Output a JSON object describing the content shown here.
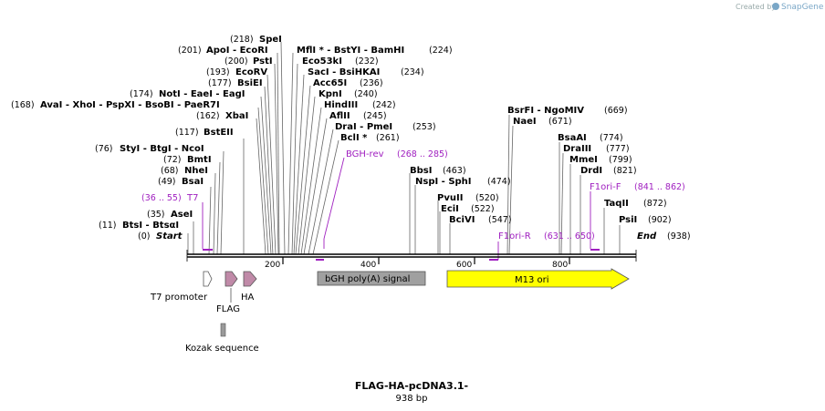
{
  "header": {
    "created_by": "Created by",
    "brand": "SnapGene"
  },
  "title": "FLAG-HA-pcDNA3.1-",
  "length": "938 bp",
  "ends": {
    "start": "Start",
    "start_pos": "(0)",
    "end": "End",
    "end_pos": "(938)"
  },
  "ticks": [
    "200",
    "400",
    "600",
    "800"
  ],
  "sites": [
    {
      "id": "speI",
      "label": "SpeI",
      "pos": "(218)"
    },
    {
      "id": "apoI",
      "label": "ApoI   - EcoRI",
      "pos": "(201)"
    },
    {
      "id": "pstI",
      "label": "PstI",
      "pos": "(200)"
    },
    {
      "id": "ecorv",
      "label": "EcoRV",
      "pos": "(193)"
    },
    {
      "id": "bsiei",
      "label": "BsiEI",
      "pos": "(177)"
    },
    {
      "id": "noti",
      "label": "NotI   - EaeI   - EagI",
      "pos": "(174)"
    },
    {
      "id": "aval",
      "label": "AvaI   - XhoI   - PspXI   - BsoBI   - PaeR7I",
      "pos": "(168)"
    },
    {
      "id": "xbai",
      "label": "XbaI",
      "pos": "(162)"
    },
    {
      "id": "bsteii",
      "label": "BstEII",
      "pos": "(117)"
    },
    {
      "id": "styi",
      "label": "StyI   - BtgI   - NcoI",
      "pos": "(76)"
    },
    {
      "id": "bmti",
      "label": "BmtI",
      "pos": "(72)"
    },
    {
      "id": "nhei",
      "label": "NheI",
      "pos": "(68)"
    },
    {
      "id": "bsai",
      "label": "BsaI",
      "pos": "(49)"
    },
    {
      "id": "asei",
      "label": "AseI",
      "pos": "(35)"
    },
    {
      "id": "btsi",
      "label": "BtsI   - BtsαI",
      "pos": "(11)"
    },
    {
      "id": "mfli",
      "label": "MflI *  - BstYI   - BamHI",
      "pos": "(224)"
    },
    {
      "id": "eco53ki",
      "label": "Eco53kI",
      "pos": "(232)"
    },
    {
      "id": "saci",
      "label": "SacI   - BsiHKAI",
      "pos": "(234)"
    },
    {
      "id": "acc65i",
      "label": "Acc65I",
      "pos": "(236)"
    },
    {
      "id": "kpni",
      "label": "KpnI",
      "pos": "(240)"
    },
    {
      "id": "hindiii",
      "label": "HindIII",
      "pos": "(242)"
    },
    {
      "id": "afiii",
      "label": "AflII",
      "pos": "(245)"
    },
    {
      "id": "drai",
      "label": "DraI   - PmeI",
      "pos": "(253)"
    },
    {
      "id": "bcli",
      "label": "BclI *",
      "pos": "(261)"
    },
    {
      "id": "bbsi",
      "label": "BbsI",
      "pos": "(463)"
    },
    {
      "id": "nspi",
      "label": "NspI   - SphI",
      "pos": "(474)"
    },
    {
      "id": "pvuii",
      "label": "PvuII",
      "pos": "(520)"
    },
    {
      "id": "ecii",
      "label": "EciI",
      "pos": "(522)"
    },
    {
      "id": "bcivi",
      "label": "BciVI",
      "pos": "(547)"
    },
    {
      "id": "bsrfi",
      "label": "BsrFI   - NgoMIV",
      "pos": "(669)"
    },
    {
      "id": "naei",
      "label": "NaeI",
      "pos": "(671)"
    },
    {
      "id": "bsaai",
      "label": "BsaAI",
      "pos": "(774)"
    },
    {
      "id": "draiii",
      "label": "DraIII",
      "pos": "(777)"
    },
    {
      "id": "mmei",
      "label": "MmeI",
      "pos": "(799)"
    },
    {
      "id": "drdi",
      "label": "DrdI",
      "pos": "(821)"
    },
    {
      "id": "taqii",
      "label": "TaqII",
      "pos": "(872)"
    },
    {
      "id": "psii",
      "label": "PsiI",
      "pos": "(902)"
    }
  ],
  "primers": [
    {
      "id": "t7",
      "label": "T7",
      "range": "(36 .. 55)"
    },
    {
      "id": "bgh",
      "label": "BGH-rev",
      "range": "(268 .. 285)"
    },
    {
      "id": "f1r",
      "label": "F1ori-R",
      "range": "(631 .. 650)"
    },
    {
      "id": "f1f",
      "label": "F1ori-F",
      "range": "(841 .. 862)"
    }
  ],
  "features": [
    {
      "id": "t7prom",
      "label": "T7 promoter",
      "color": "#ffffff"
    },
    {
      "id": "flag",
      "label": "FLAG",
      "color": "#c08aa8"
    },
    {
      "id": "ha",
      "label": "HA",
      "color": "#c08aa8"
    },
    {
      "id": "kozak",
      "label": "Kozak sequence",
      "color": "#9a9a9a"
    },
    {
      "id": "bgh",
      "label": "bGH poly(A) signal",
      "color": "#a0a0a0"
    },
    {
      "id": "m13",
      "label": "M13 ori",
      "color": "#ffff00"
    }
  ],
  "colors": {
    "primer": "#a020c0",
    "backbone": "#000000"
  }
}
